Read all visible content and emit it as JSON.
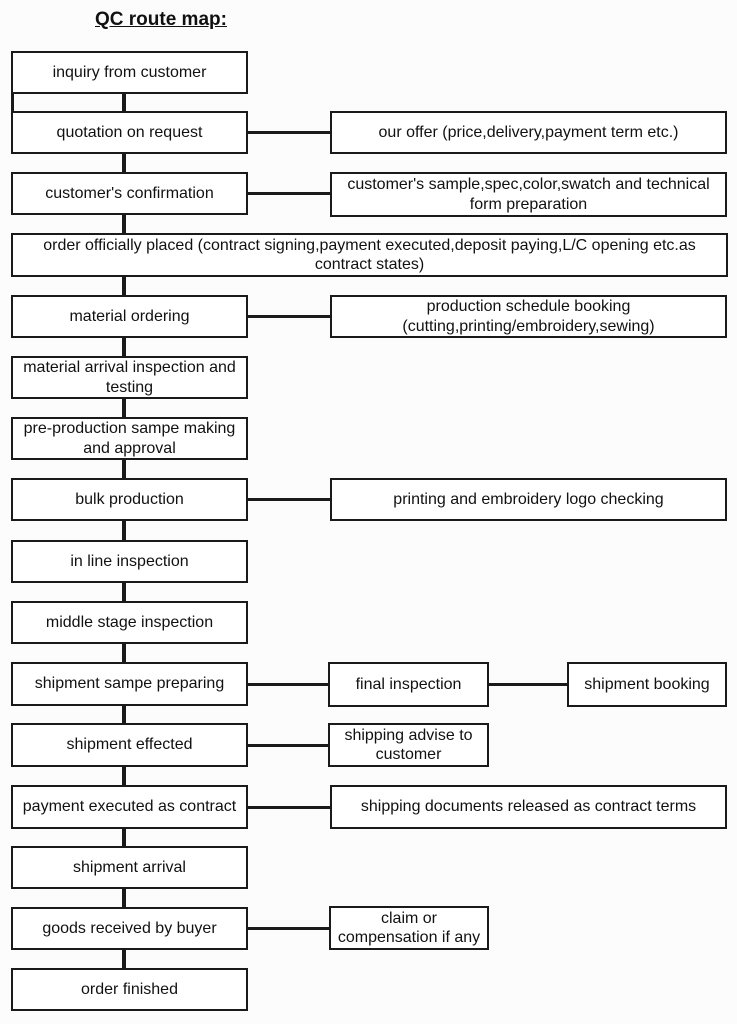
{
  "title": "QC route map:",
  "colors": {
    "line": "#1a1a1a",
    "box_fill": "#ffffff",
    "page_background": "#fcfcfc",
    "text": "#111111"
  },
  "flow": {
    "main": [
      "inquiry from customer",
      "quotation on request",
      "customer's confirmation",
      "order officially placed (contract signing,payment executed,deposit paying,L/C opening etc.as contract states)",
      "material ordering",
      "material arrival inspection and testing",
      "pre-production sampe making and approval",
      "bulk production",
      "in line inspection",
      "middle stage inspection",
      "shipment sampe preparing",
      "shipment effected",
      "payment executed as contract",
      "shipment arrival",
      "goods received by buyer",
      "order finished"
    ],
    "side": [
      "our offer (price,delivery,payment term etc.)",
      "customer's sample,spec,color,swatch and technical form preparation",
      "production schedule booking (cutting,printing/embroidery,sewing)",
      "printing and embroidery logo checking",
      "final inspection",
      "shipment booking",
      "shipping advise to customer",
      "shipping documents released as contract terms",
      "claim or compensation if any"
    ]
  }
}
